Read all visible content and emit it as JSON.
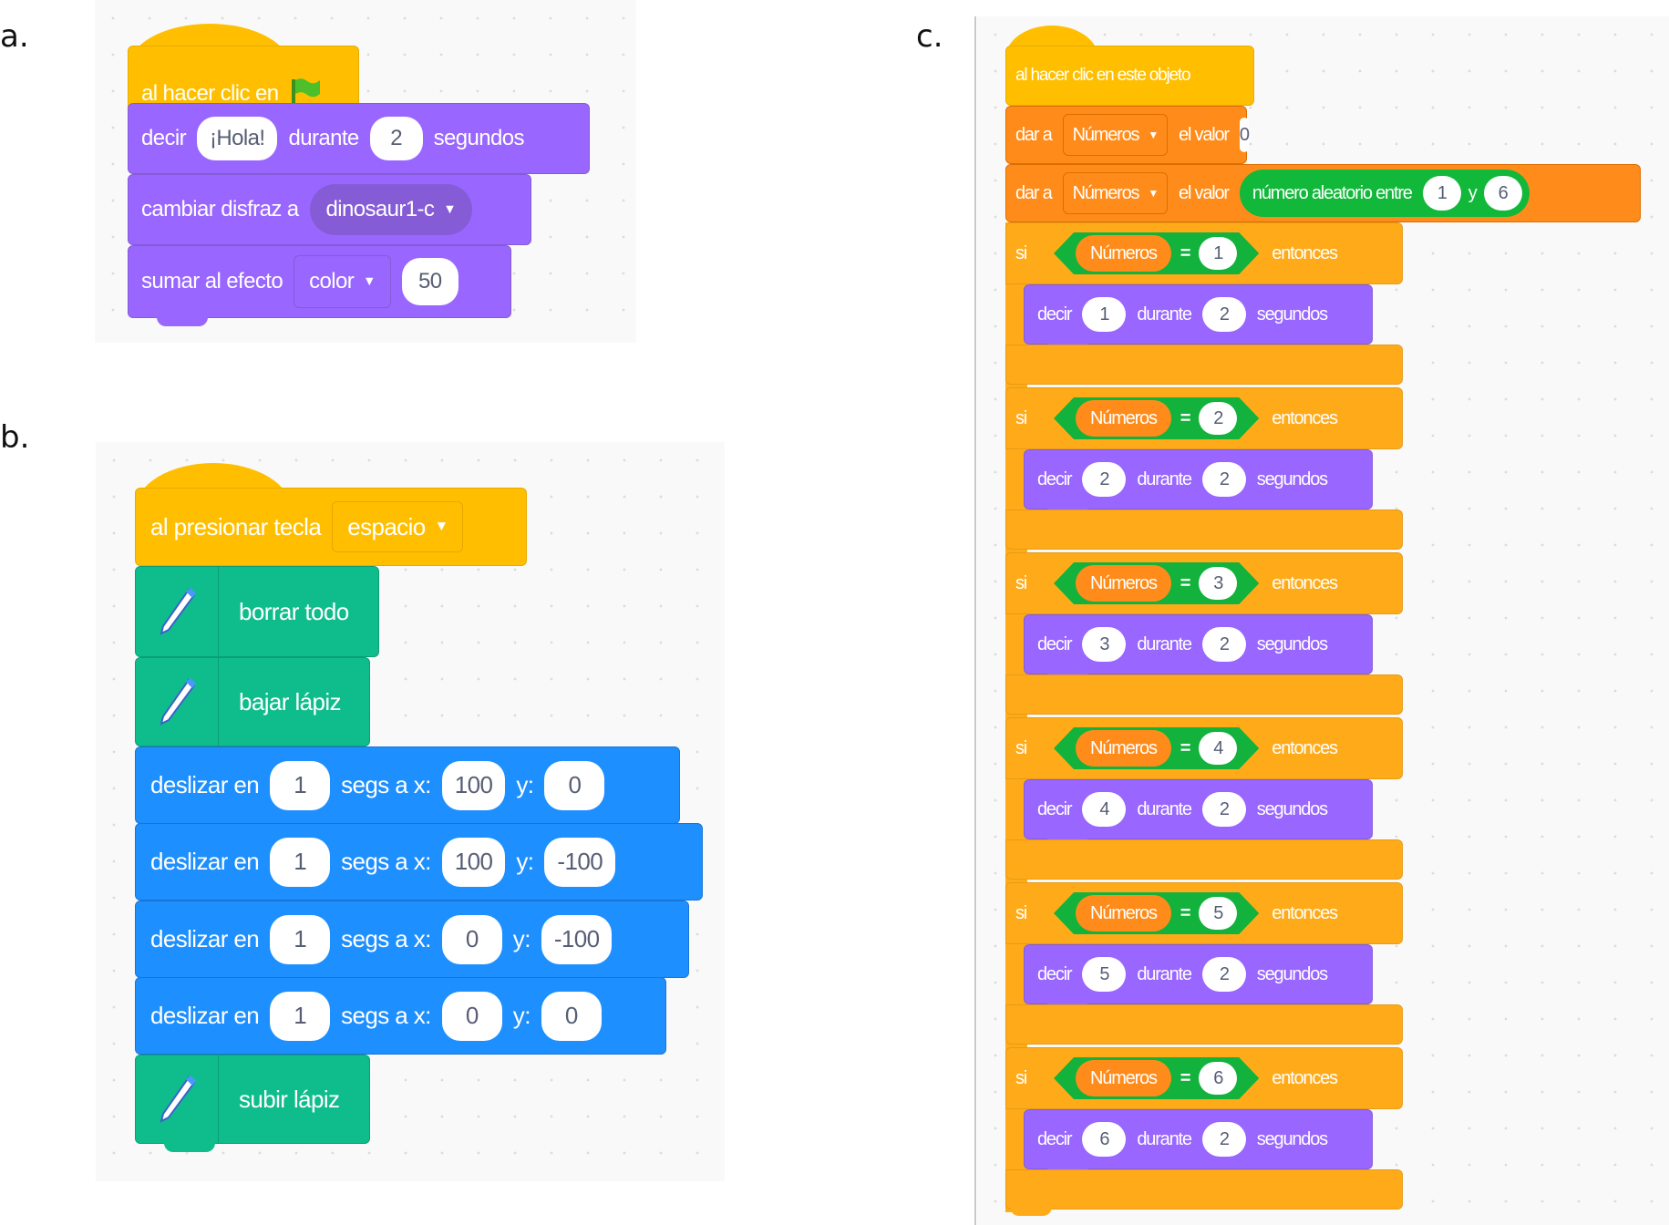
{
  "labels": {
    "a": "a.",
    "b": "b.",
    "c": "c."
  },
  "colors": {
    "events": "#ffbf00",
    "looks": "#9966ff",
    "motion": "#1e8fff",
    "pen": "#0fbd8c",
    "variables": "#ff8c1a",
    "control": "#ffab19",
    "operators": "#12b83a"
  },
  "panel_a": {
    "hat": {
      "text": "al hacer clic en",
      "icon": "green-flag-icon"
    },
    "say": {
      "text": "decir",
      "message": "¡Hola!",
      "for": "durante",
      "secs": "2",
      "unit": "segundos"
    },
    "costume": {
      "text": "cambiar disfraz a",
      "value": "dinosaur1-c"
    },
    "effect": {
      "text": "sumar al efecto",
      "effect": "color",
      "value": "50"
    }
  },
  "panel_b": {
    "hat": {
      "text": "al presionar tecla",
      "key": "espacio"
    },
    "clear": {
      "text": "borrar todo",
      "icon": "pen-icon"
    },
    "pen_down": {
      "text": "bajar lápiz",
      "icon": "pen-icon"
    },
    "glides": [
      {
        "text": "deslizar en",
        "secs": "1",
        "to_x": "segs a x:",
        "x": "100",
        "to_y": "y:",
        "y": "0"
      },
      {
        "text": "deslizar en",
        "secs": "1",
        "to_x": "segs a x:",
        "x": "100",
        "to_y": "y:",
        "y": "-100"
      },
      {
        "text": "deslizar en",
        "secs": "1",
        "to_x": "segs a x:",
        "x": "0",
        "to_y": "y:",
        "y": "-100"
      },
      {
        "text": "deslizar en",
        "secs": "1",
        "to_x": "segs a x:",
        "x": "0",
        "to_y": "y:",
        "y": "0"
      }
    ],
    "pen_up": {
      "text": "subir lápiz",
      "icon": "pen-icon"
    }
  },
  "panel_c": {
    "hat": {
      "text": "al hacer clic en este objeto"
    },
    "set1": {
      "text": "dar a",
      "var": "Números",
      "value_label": "el valor",
      "value": "0"
    },
    "set2": {
      "text": "dar a",
      "var": "Números",
      "value_label": "el valor",
      "random": {
        "text": "número aleatorio entre",
        "from": "1",
        "and": "y",
        "to": "6"
      }
    },
    "ifs": [
      {
        "if": "si",
        "var": "Números",
        "op": "=",
        "cmp": "1",
        "then": "entonces",
        "say": "decir",
        "msg": "1",
        "for": "durante",
        "secs": "2",
        "unit": "segundos"
      },
      {
        "if": "si",
        "var": "Números",
        "op": "=",
        "cmp": "2",
        "then": "entonces",
        "say": "decir",
        "msg": "2",
        "for": "durante",
        "secs": "2",
        "unit": "segundos"
      },
      {
        "if": "si",
        "var": "Números",
        "op": "=",
        "cmp": "3",
        "then": "entonces",
        "say": "decir",
        "msg": "3",
        "for": "durante",
        "secs": "2",
        "unit": "segundos"
      },
      {
        "if": "si",
        "var": "Números",
        "op": "=",
        "cmp": "4",
        "then": "entonces",
        "say": "decir",
        "msg": "4",
        "for": "durante",
        "secs": "2",
        "unit": "segundos"
      },
      {
        "if": "si",
        "var": "Números",
        "op": "=",
        "cmp": "5",
        "then": "entonces",
        "say": "decir",
        "msg": "5",
        "for": "durante",
        "secs": "2",
        "unit": "segundos"
      },
      {
        "if": "si",
        "var": "Números",
        "op": "=",
        "cmp": "6",
        "then": "entonces",
        "say": "decir",
        "msg": "6",
        "for": "durante",
        "secs": "2",
        "unit": "segundos"
      }
    ]
  }
}
